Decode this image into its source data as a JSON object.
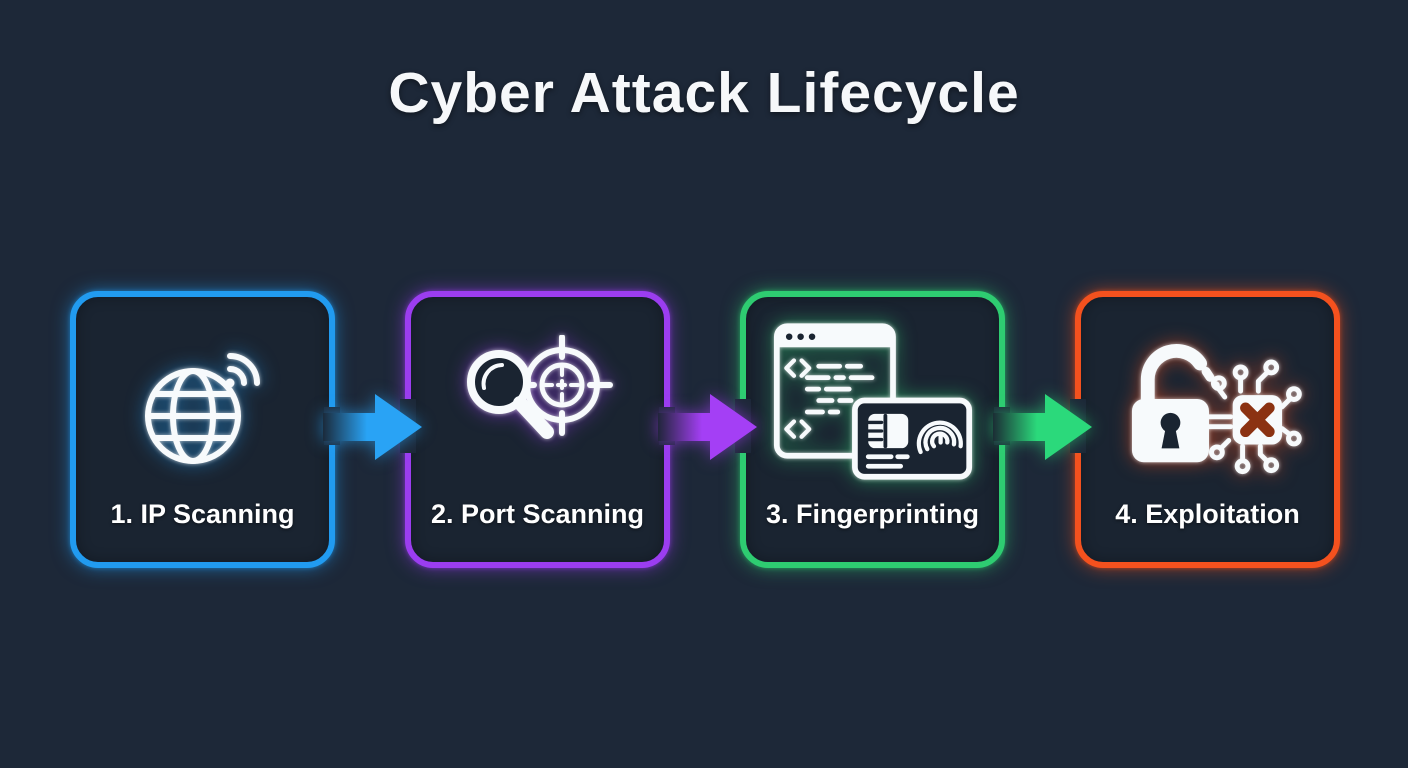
{
  "title": "Cyber Attack Lifecycle",
  "background_color": "#1D2838",
  "stages": [
    {
      "label": "1. IP Scanning",
      "accent_color": "#219BF0",
      "icon": "globe-signal-icon"
    },
    {
      "label": "2. Port Scanning",
      "accent_color": "#9B3DF0",
      "icon": "magnifier-crosshair-icon"
    },
    {
      "label": "3. Fingerprinting",
      "accent_color": "#2ECC71",
      "icon": "code-window-fingerprint-card-icon"
    },
    {
      "label": "4. Exploitation",
      "accent_color": "#F4511E",
      "icon": "broken-padlock-circuit-chip-icon"
    }
  ],
  "arrows": [
    {
      "direction": "right",
      "color": "#29A3F5"
    },
    {
      "direction": "right",
      "color": "#A43FF5"
    },
    {
      "direction": "right",
      "color": "#2BD97B"
    }
  ]
}
